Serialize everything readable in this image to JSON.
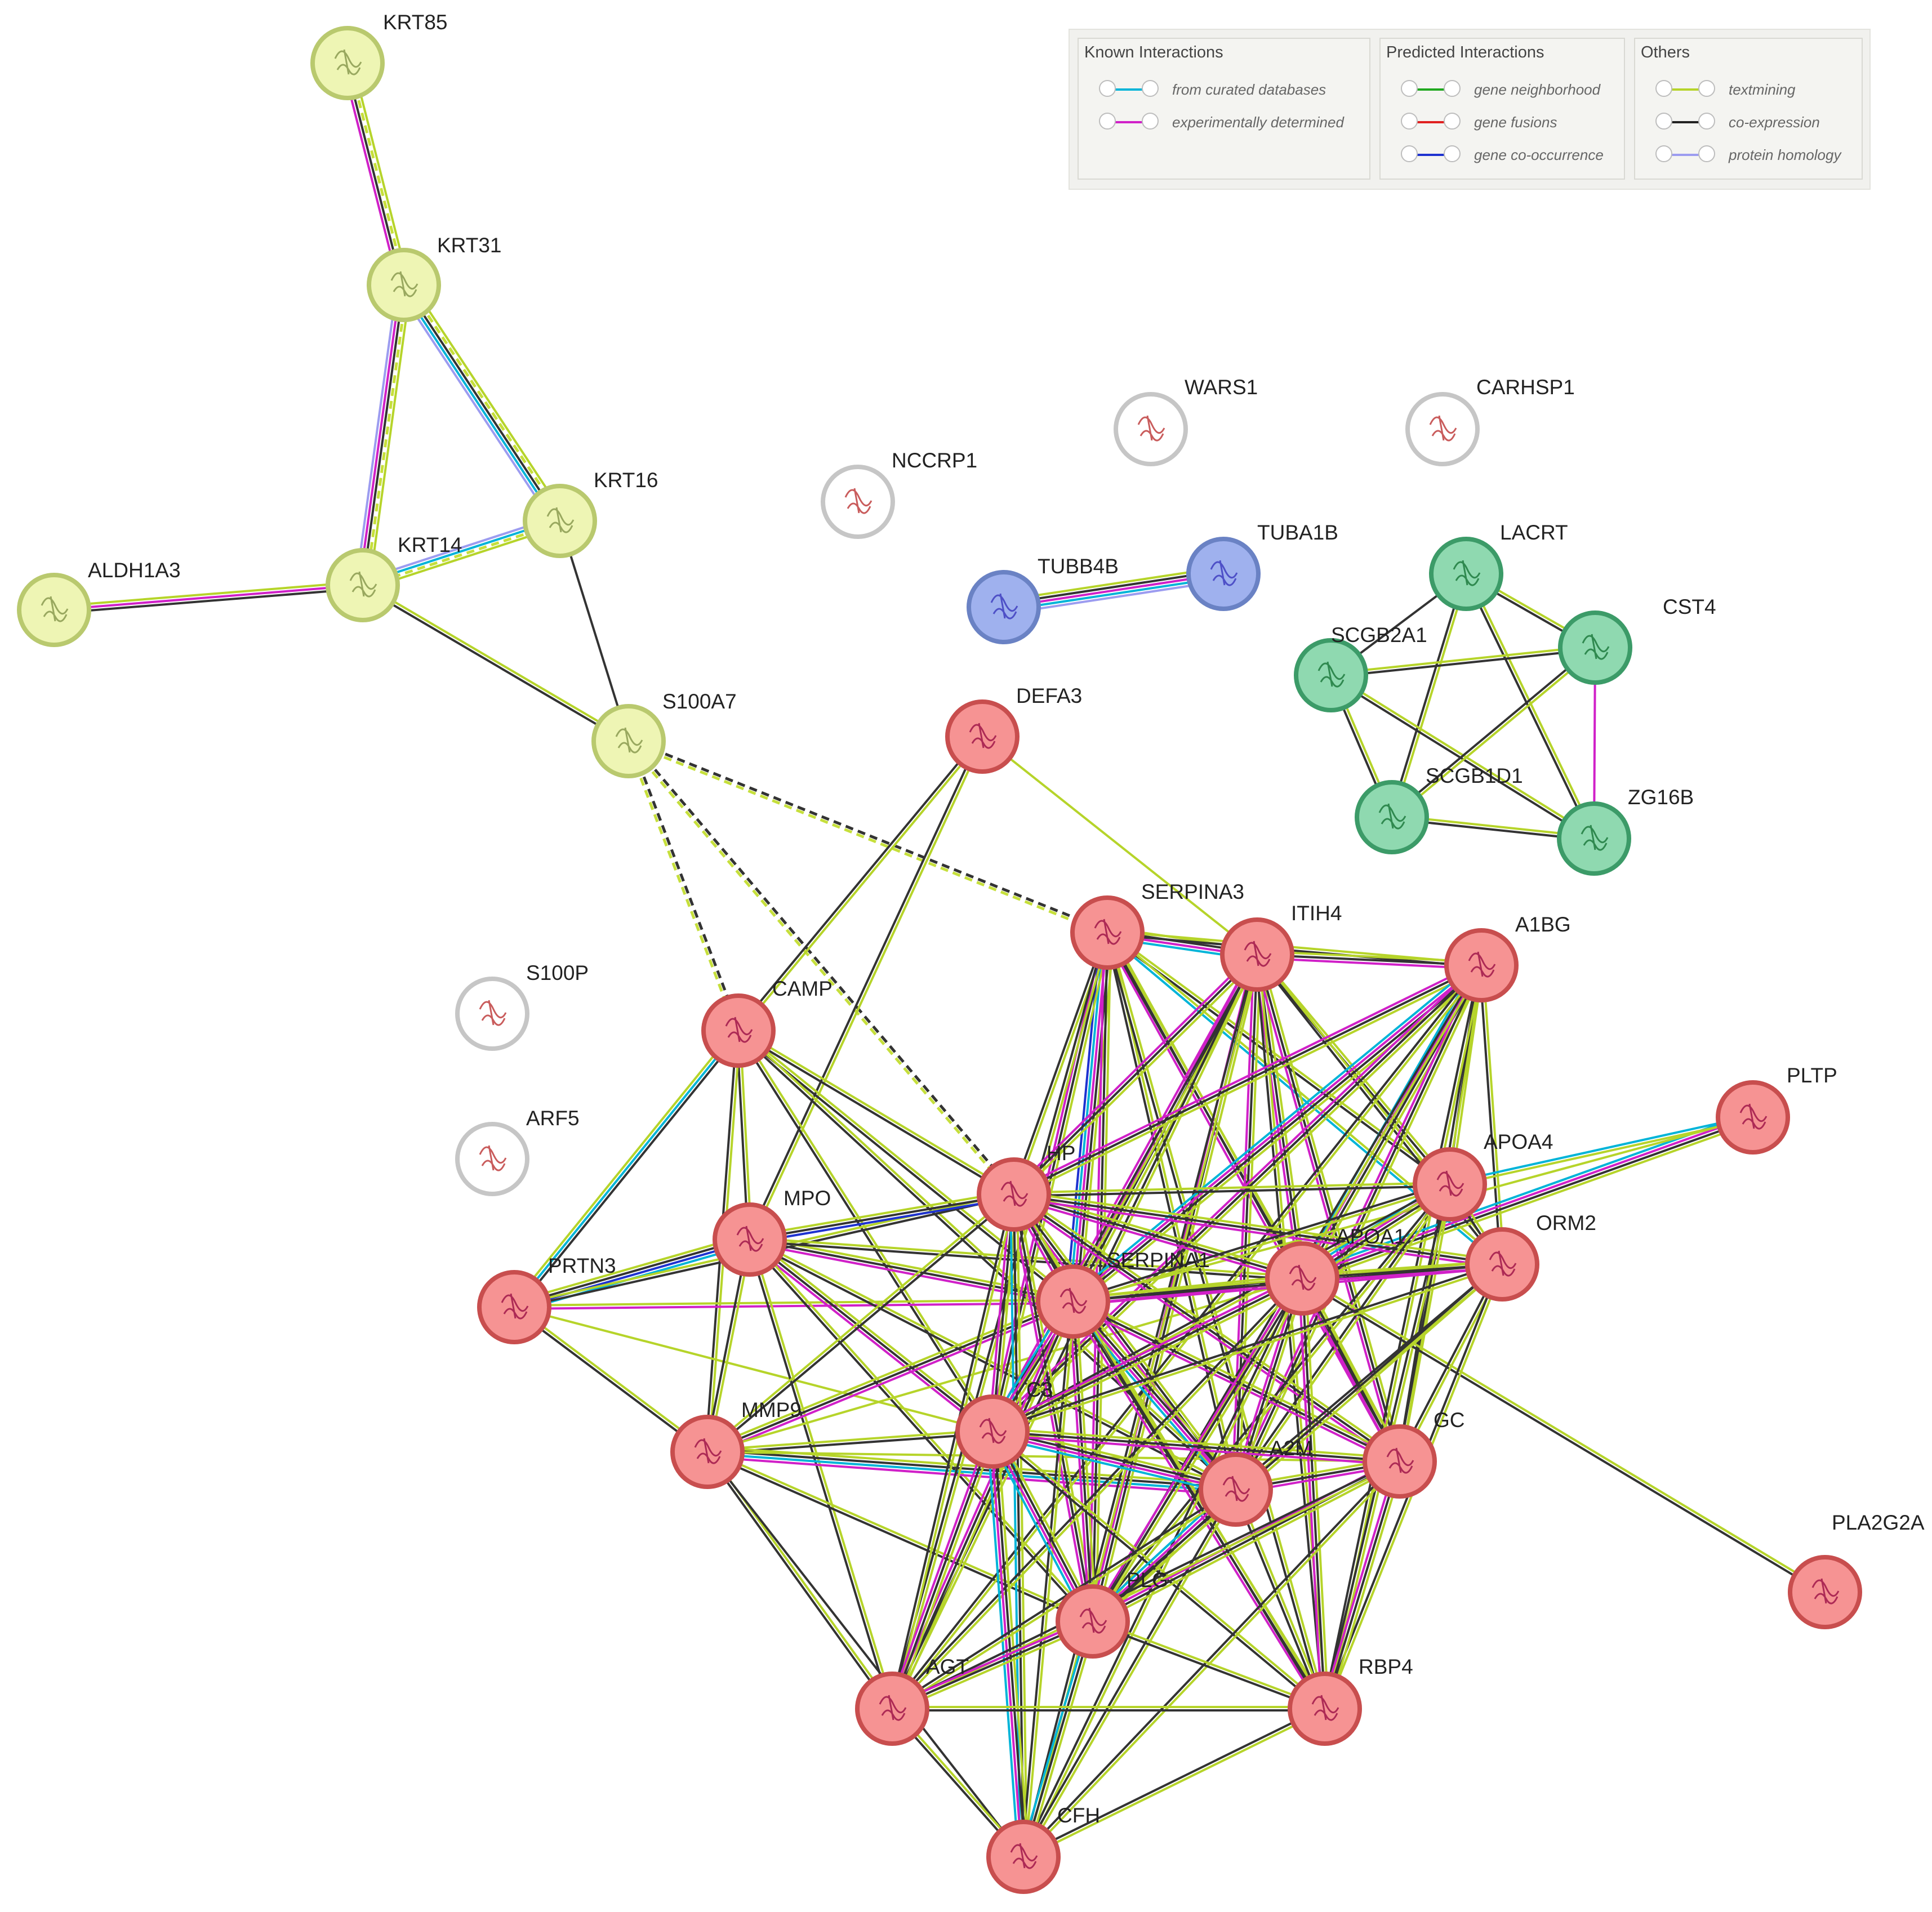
{
  "legend": {
    "known": {
      "title": "Known Interactions",
      "items": [
        {
          "label": "from curated databases",
          "color": "#00b4d8",
          "icon": "edge-line-curated"
        },
        {
          "label": "experimentally determined",
          "color": "#d020c8",
          "icon": "edge-line-experimental"
        }
      ]
    },
    "predicted": {
      "title": "Predicted Interactions",
      "items": [
        {
          "label": "gene neighborhood",
          "color": "#1fa81f",
          "icon": "edge-line-neighborhood"
        },
        {
          "label": "gene fusions",
          "color": "#e02020",
          "icon": "edge-line-fusion"
        },
        {
          "label": "gene co-occurrence",
          "color": "#1e32d0",
          "icon": "edge-line-cooccurrence"
        }
      ]
    },
    "others": {
      "title": "Others",
      "items": [
        {
          "label": "textmining",
          "color": "#b6d42a",
          "icon": "edge-line-textmining"
        },
        {
          "label": "co-expression",
          "color": "#222222",
          "icon": "edge-line-coexpression"
        },
        {
          "label": "protein homology",
          "color": "#9c9cf0",
          "icon": "edge-line-homology"
        }
      ]
    }
  },
  "clusters": {
    "yellow": {
      "fill": "#eef5b4",
      "stroke": "#b9c96e",
      "glyph": "#8a9a50"
    },
    "red": {
      "fill": "#f69393",
      "stroke": "#c84e4e",
      "glyph": "#a0184a"
    },
    "green": {
      "fill": "#8fd9b0",
      "stroke": "#3c9b68",
      "glyph": "#1f7a3e"
    },
    "blue": {
      "fill": "#9fb1ee",
      "stroke": "#6a82c4",
      "glyph": "#4040c0"
    },
    "grey": {
      "fill": "#ffffff",
      "stroke": "#c6c6c6",
      "glyph": "#c04040"
    }
  },
  "nodes": [
    {
      "id": "KRT85",
      "label": "KRT85",
      "cluster": "yellow"
    },
    {
      "id": "KRT31",
      "label": "KRT31",
      "cluster": "yellow"
    },
    {
      "id": "KRT16",
      "label": "KRT16",
      "cluster": "yellow"
    },
    {
      "id": "KRT14",
      "label": "KRT14",
      "cluster": "yellow"
    },
    {
      "id": "ALDH1A3",
      "label": "ALDH1A3",
      "cluster": "yellow"
    },
    {
      "id": "S100A7",
      "label": "S100A7",
      "cluster": "yellow"
    },
    {
      "id": "NCCRP1",
      "label": "NCCRP1",
      "cluster": "grey"
    },
    {
      "id": "WARS1",
      "label": "WARS1",
      "cluster": "grey"
    },
    {
      "id": "CARHSP1",
      "label": "CARHSP1",
      "cluster": "grey"
    },
    {
      "id": "TUBB4B",
      "label": "TUBB4B",
      "cluster": "blue"
    },
    {
      "id": "TUBA1B",
      "label": "TUBA1B",
      "cluster": "blue"
    },
    {
      "id": "LACRT",
      "label": "LACRT",
      "cluster": "green"
    },
    {
      "id": "CST4",
      "label": "CST4",
      "cluster": "green"
    },
    {
      "id": "SCGB2A1",
      "label": "SCGB2A1",
      "cluster": "green"
    },
    {
      "id": "SCGB1D1",
      "label": "SCGB1D1",
      "cluster": "green"
    },
    {
      "id": "ZG16B",
      "label": "ZG16B",
      "cluster": "green"
    },
    {
      "id": "S100P",
      "label": "S100P",
      "cluster": "grey"
    },
    {
      "id": "ARF5",
      "label": "ARF5",
      "cluster": "grey"
    },
    {
      "id": "DEFA3",
      "label": "DEFA3",
      "cluster": "red"
    },
    {
      "id": "CAMP",
      "label": "CAMP",
      "cluster": "red"
    },
    {
      "id": "SERPINA3",
      "label": "SERPINA3",
      "cluster": "red"
    },
    {
      "id": "ITIH4",
      "label": "ITIH4",
      "cluster": "red"
    },
    {
      "id": "A1BG",
      "label": "A1BG",
      "cluster": "red"
    },
    {
      "id": "PLTP",
      "label": "PLTP",
      "cluster": "red"
    },
    {
      "id": "HP",
      "label": "HP",
      "cluster": "red"
    },
    {
      "id": "APOA4",
      "label": "APOA4",
      "cluster": "red"
    },
    {
      "id": "MPO",
      "label": "MPO",
      "cluster": "red"
    },
    {
      "id": "SERPINA1",
      "label": "SERPINA1",
      "cluster": "red"
    },
    {
      "id": "APOA1",
      "label": "APOA1",
      "cluster": "red"
    },
    {
      "id": "ORM2",
      "label": "ORM2",
      "cluster": "red"
    },
    {
      "id": "PRTN3",
      "label": "PRTN3",
      "cluster": "red"
    },
    {
      "id": "MMP9",
      "label": "MMP9",
      "cluster": "red"
    },
    {
      "id": "C3",
      "label": "C3",
      "cluster": "red"
    },
    {
      "id": "A2M",
      "label": "A2M",
      "cluster": "red"
    },
    {
      "id": "GC",
      "label": "GC",
      "cluster": "red"
    },
    {
      "id": "PLA2G2A",
      "label": "PLA2G2A",
      "cluster": "red"
    },
    {
      "id": "PLG",
      "label": "PLG",
      "cluster": "red"
    },
    {
      "id": "AGT",
      "label": "AGT",
      "cluster": "red"
    },
    {
      "id": "RBP4",
      "label": "RBP4",
      "cluster": "red"
    },
    {
      "id": "CFH",
      "label": "CFH",
      "cluster": "red"
    }
  ],
  "edges": [
    [
      "KRT85",
      "KRT31",
      "ydkm"
    ],
    [
      "KRT31",
      "KRT14",
      "ydkmh"
    ],
    [
      "KRT31",
      "KRT16",
      "ydkch"
    ],
    [
      "KRT16",
      "KRT14",
      "ydch"
    ],
    [
      "ALDH1A3",
      "KRT14",
      "ymk"
    ],
    [
      "KRT14",
      "S100A7",
      "yk"
    ],
    [
      "KRT16",
      "S100A7",
      "k"
    ],
    [
      "S100A7",
      "SERPINA3",
      "Kd"
    ],
    [
      "S100A7",
      "CAMP",
      "Kd"
    ],
    [
      "S100A7",
      "HP",
      "Kd"
    ],
    [
      "TUBB4B",
      "TUBA1B",
      "ykmch"
    ],
    [
      "LACRT",
      "CST4",
      "yk"
    ],
    [
      "LACRT",
      "SCGB2A1",
      "k"
    ],
    [
      "LACRT",
      "SCGB1D1",
      "yk"
    ],
    [
      "LACRT",
      "ZG16B",
      "yk"
    ],
    [
      "SCGB2A1",
      "CST4",
      "yk"
    ],
    [
      "SCGB2A1",
      "SCGB1D1",
      "yk"
    ],
    [
      "SCGB2A1",
      "ZG16B",
      "yk"
    ],
    [
      "CST4",
      "SCGB1D1",
      "yk"
    ],
    [
      "CST4",
      "ZG16B",
      "m"
    ],
    [
      "SCGB1D1",
      "ZG16B",
      "yk"
    ],
    [
      "DEFA3",
      "CAMP",
      "yk"
    ],
    [
      "DEFA3",
      "MPO",
      "yk"
    ],
    [
      "DEFA3",
      "ITIH4",
      "y"
    ],
    [
      "CAMP",
      "PRTN3",
      "kcy"
    ],
    [
      "CAMP",
      "MPO",
      "yk"
    ],
    [
      "CAMP",
      "MMP9",
      "yk"
    ],
    [
      "CAMP",
      "HP",
      "yk"
    ],
    [
      "CAMP",
      "SERPINA1",
      "yk"
    ],
    [
      "CAMP",
      "C3",
      "yk"
    ],
    [
      "CAMP",
      "A2M",
      "yk"
    ],
    [
      "PRTN3",
      "MPO",
      "ykbc"
    ],
    [
      "PRTN3",
      "MMP9",
      "yk"
    ],
    [
      "PRTN3",
      "HP",
      "yk"
    ],
    [
      "PRTN3",
      "SERPINA1",
      "ym"
    ],
    [
      "PRTN3",
      "C3",
      "y"
    ],
    [
      "MPO",
      "MMP9",
      "yk"
    ],
    [
      "MPO",
      "HP",
      "ykb"
    ],
    [
      "MPO",
      "SERPINA1",
      "ykm"
    ],
    [
      "MPO",
      "C3",
      "ykm"
    ],
    [
      "MPO",
      "A2M",
      "yk"
    ],
    [
      "MPO",
      "AGT",
      "yk"
    ],
    [
      "MPO",
      "PLG",
      "yk"
    ],
    [
      "MPO",
      "APOA1",
      "yk"
    ],
    [
      "MMP9",
      "HP",
      "yk"
    ],
    [
      "MMP9",
      "SERPINA1",
      "ykm"
    ],
    [
      "MMP9",
      "C3",
      "yk"
    ],
    [
      "MMP9",
      "A2M",
      "ykcm"
    ],
    [
      "MMP9",
      "AGT",
      "yk"
    ],
    [
      "MMP9",
      "PLG",
      "yk"
    ],
    [
      "MMP9",
      "CFH",
      "k"
    ],
    [
      "MMP9",
      "APOA1",
      "y"
    ],
    [
      "MMP9",
      "GC",
      "y"
    ],
    [
      "SERPINA3",
      "ITIH4",
      "ykmc"
    ],
    [
      "SERPINA3",
      "A1BG",
      "yk"
    ],
    [
      "SERPINA3",
      "HP",
      "yk"
    ],
    [
      "SERPINA3",
      "SERPINA1",
      "ykmcb"
    ],
    [
      "SERPINA3",
      "APOA1",
      "yk"
    ],
    [
      "SERPINA3",
      "APOA4",
      "yk"
    ],
    [
      "SERPINA3",
      "C3",
      "ykm"
    ],
    [
      "SERPINA3",
      "A2M",
      "yk"
    ],
    [
      "SERPINA3",
      "GC",
      "ykm"
    ],
    [
      "SERPINA3",
      "PLG",
      "ykm"
    ],
    [
      "SERPINA3",
      "AGT",
      "yk"
    ],
    [
      "SERPINA3",
      "RBP4",
      "yk"
    ],
    [
      "SERPINA3",
      "ORM2",
      "yc"
    ],
    [
      "ITIH4",
      "A1BG",
      "ykm"
    ],
    [
      "ITIH4",
      "HP",
      "ykm"
    ],
    [
      "ITIH4",
      "SERPINA1",
      "ykm"
    ],
    [
      "ITIH4",
      "APOA1",
      "ykm"
    ],
    [
      "ITIH4",
      "APOA4",
      "yk"
    ],
    [
      "ITIH4",
      "ORM2",
      "yk"
    ],
    [
      "ITIH4",
      "C3",
      "ykm"
    ],
    [
      "ITIH4",
      "A2M",
      "ykm"
    ],
    [
      "ITIH4",
      "GC",
      "ykm"
    ],
    [
      "ITIH4",
      "PLG",
      "ykm"
    ],
    [
      "ITIH4",
      "AGT",
      "yk"
    ],
    [
      "ITIH4",
      "RBP4",
      "yk"
    ],
    [
      "ITIH4",
      "CFH",
      "yk"
    ],
    [
      "A1BG",
      "HP",
      "ykm"
    ],
    [
      "A1BG",
      "SERPINA1",
      "ykmc"
    ],
    [
      "A1BG",
      "APOA1",
      "ykmc"
    ],
    [
      "A1BG",
      "APOA4",
      "yk"
    ],
    [
      "A1BG",
      "ORM2",
      "yk"
    ],
    [
      "A1BG",
      "C3",
      "ykm"
    ],
    [
      "A1BG",
      "A2M",
      "ykm"
    ],
    [
      "A1BG",
      "GC",
      "yk"
    ],
    [
      "A1BG",
      "PLG",
      "yk"
    ],
    [
      "A1BG",
      "AGT",
      "yk"
    ],
    [
      "A1BG",
      "RBP4",
      "yk"
    ],
    [
      "PLTP",
      "APOA1",
      "ykmc"
    ],
    [
      "PLTP",
      "APOA4",
      "yc"
    ],
    [
      "PLTP",
      "SERPINA1",
      "y"
    ],
    [
      "HP",
      "SERPINA1",
      "ykm"
    ],
    [
      "HP",
      "APOA1",
      "ykm"
    ],
    [
      "HP",
      "APOA4",
      "yk"
    ],
    [
      "HP",
      "ORM2",
      "ykm"
    ],
    [
      "HP",
      "C3",
      "ykm"
    ],
    [
      "HP",
      "A2M",
      "ykm"
    ],
    [
      "HP",
      "GC",
      "ykm"
    ],
    [
      "HP",
      "PLG",
      "ykm"
    ],
    [
      "HP",
      "AGT",
      "yk"
    ],
    [
      "HP",
      "RBP4",
      "yk"
    ],
    [
      "HP",
      "CFH",
      "ykc"
    ],
    [
      "APOA4",
      "SERPINA1",
      "yk"
    ],
    [
      "APOA4",
      "APOA1",
      "ykmc"
    ],
    [
      "APOA4",
      "ORM2",
      "yk"
    ],
    [
      "APOA4",
      "C3",
      "yk"
    ],
    [
      "APOA4",
      "A2M",
      "yk"
    ],
    [
      "APOA4",
      "GC",
      "yk"
    ],
    [
      "APOA4",
      "RBP4",
      "yk"
    ],
    [
      "APOA4",
      "PLG",
      "yk"
    ],
    [
      "SERPINA1",
      "APOA1",
      "ykm"
    ],
    [
      "SERPINA1",
      "ORM2",
      "ykm"
    ],
    [
      "SERPINA1",
      "C3",
      "ykmc"
    ],
    [
      "SERPINA1",
      "A2M",
      "ykmc"
    ],
    [
      "SERPINA1",
      "GC",
      "ykm"
    ],
    [
      "SERPINA1",
      "PLG",
      "ykm"
    ],
    [
      "SERPINA1",
      "AGT",
      "ykm"
    ],
    [
      "SERPINA1",
      "RBP4",
      "ykm"
    ],
    [
      "SERPINA1",
      "CFH",
      "yk"
    ],
    [
      "APOA1",
      "ORM2",
      "ykm"
    ],
    [
      "APOA1",
      "C3",
      "ykm"
    ],
    [
      "APOA1",
      "A2M",
      "ykm"
    ],
    [
      "APOA1",
      "GC",
      "ykm"
    ],
    [
      "APOA1",
      "PLG",
      "ykm"
    ],
    [
      "APOA1",
      "AGT",
      "yk"
    ],
    [
      "APOA1",
      "RBP4",
      "ykm"
    ],
    [
      "APOA1",
      "CFH",
      "yk"
    ],
    [
      "APOA1",
      "PLA2G2A",
      "yk"
    ],
    [
      "ORM2",
      "C3",
      "yk"
    ],
    [
      "ORM2",
      "A2M",
      "yk"
    ],
    [
      "ORM2",
      "GC",
      "yk"
    ],
    [
      "ORM2",
      "RBP4",
      "yk"
    ],
    [
      "ORM2",
      "PLG",
      "yk"
    ],
    [
      "C3",
      "A2M",
      "ykmc"
    ],
    [
      "C3",
      "GC",
      "ykm"
    ],
    [
      "C3",
      "PLG",
      "ykmc"
    ],
    [
      "C3",
      "AGT",
      "ykm"
    ],
    [
      "C3",
      "RBP4",
      "yk"
    ],
    [
      "C3",
      "CFH",
      "ykmc"
    ],
    [
      "A2M",
      "GC",
      "ykm"
    ],
    [
      "A2M",
      "PLG",
      "ykmc"
    ],
    [
      "A2M",
      "AGT",
      "yk"
    ],
    [
      "A2M",
      "RBP4",
      "yk"
    ],
    [
      "A2M",
      "CFH",
      "yk"
    ],
    [
      "GC",
      "PLG",
      "ykm"
    ],
    [
      "GC",
      "AGT",
      "yk"
    ],
    [
      "GC",
      "RBP4",
      "ykm"
    ],
    [
      "GC",
      "CFH",
      "yk"
    ],
    [
      "PLG",
      "AGT",
      "ykm"
    ],
    [
      "PLG",
      "RBP4",
      "yk"
    ],
    [
      "PLG",
      "CFH",
      "ykc"
    ],
    [
      "AGT",
      "RBP4",
      "yk"
    ],
    [
      "AGT",
      "CFH",
      "yk"
    ],
    [
      "RBP4",
      "CFH",
      "yk"
    ]
  ]
}
